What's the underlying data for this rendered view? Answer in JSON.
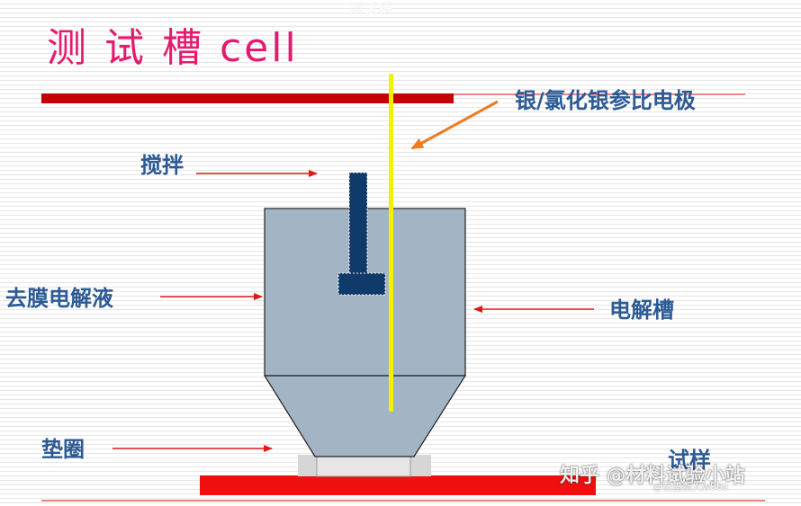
{
  "title": "测 试 槽 cell",
  "labels": {
    "reference_electrode": "银/氯化银参比电极",
    "stirrer": "搅拌",
    "electrolyte": "去膜电解液",
    "cell": "电解槽",
    "gasket": "垫圈",
    "specimen": "试样"
  },
  "watermark": {
    "main": "知乎 @材料试验小站",
    "sub": "@石墨新人w96s"
  },
  "top_faint": "测试槽",
  "colors": {
    "title": "#e6196e",
    "label": "#2c5a94",
    "rule_bar": "#c40000",
    "cell_body": "#a3b4c4",
    "cell_outline": "#222222",
    "stirrer": "#0f3a6a",
    "electrode": "#f2f200",
    "arrow_red": "#e01818",
    "arrow_orange": "#f07a1e",
    "specimen": "#ee0f0f",
    "gasket": "#d6d6d6"
  }
}
